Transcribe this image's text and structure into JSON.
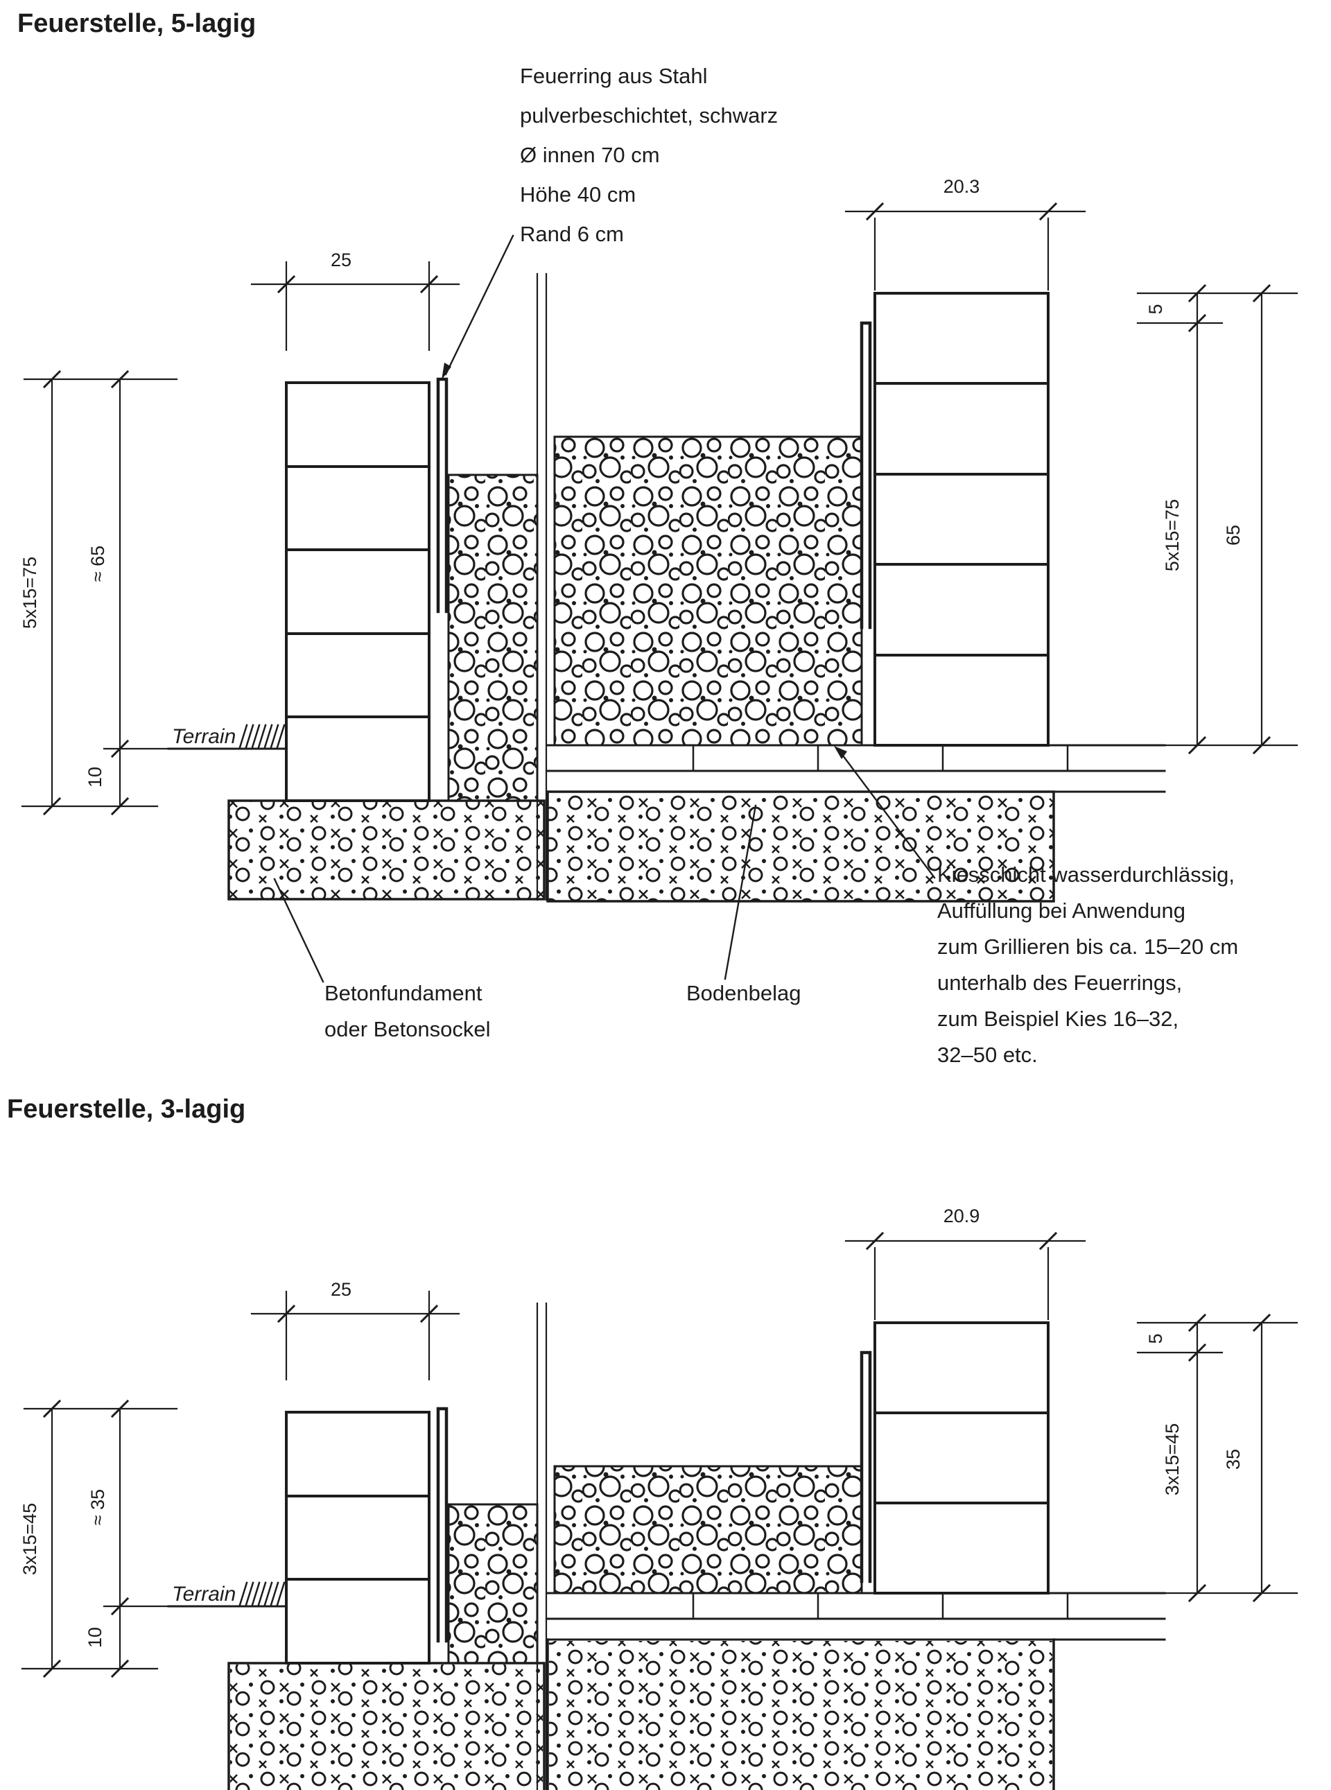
{
  "page": {
    "background": "#ffffff",
    "ink": "#1c1c1c"
  },
  "figure_top": {
    "title": "Feuerstelle, 5-lagig",
    "feuerring_note": {
      "lines": [
        "Feuerring aus Stahl",
        "pulverbeschichtet, schwarz",
        "Ø innen 70 cm",
        "Höhe 40 cm",
        "Rand 6 cm"
      ]
    },
    "kies_note": {
      "lines": [
        "Kiesschicht wasserdurchlässig,",
        "Auffüllung bei Anwendung",
        "zum Grillieren bis ca. 15–20 cm",
        "unterhalb des Feuerrings,",
        "zum Beispiel Kies 16–32,",
        "32–50 etc."
      ]
    },
    "fundament_note": {
      "lines": [
        "Betonfundament",
        "oder Betonsockel"
      ]
    },
    "bodenbelag_note": "Bodenbelag",
    "terrain_label": "Terrain",
    "dims": {
      "block_width": "25",
      "left_total": "5x15=75",
      "left_above": "≈ 65",
      "left_buried": "10",
      "right_width": "20.3",
      "right_small": "5",
      "right_total": "5x15=75",
      "right_above": "65"
    }
  },
  "figure_bottom": {
    "title": "Feuerstelle, 3-lagig",
    "terrain_label": "Terrain",
    "dims": {
      "block_width": "25",
      "left_total": "3x15=45",
      "left_above": "≈ 35",
      "left_buried": "10",
      "right_width": "20.9",
      "right_small": "5",
      "right_total": "3x15=45",
      "right_above": "35"
    }
  }
}
